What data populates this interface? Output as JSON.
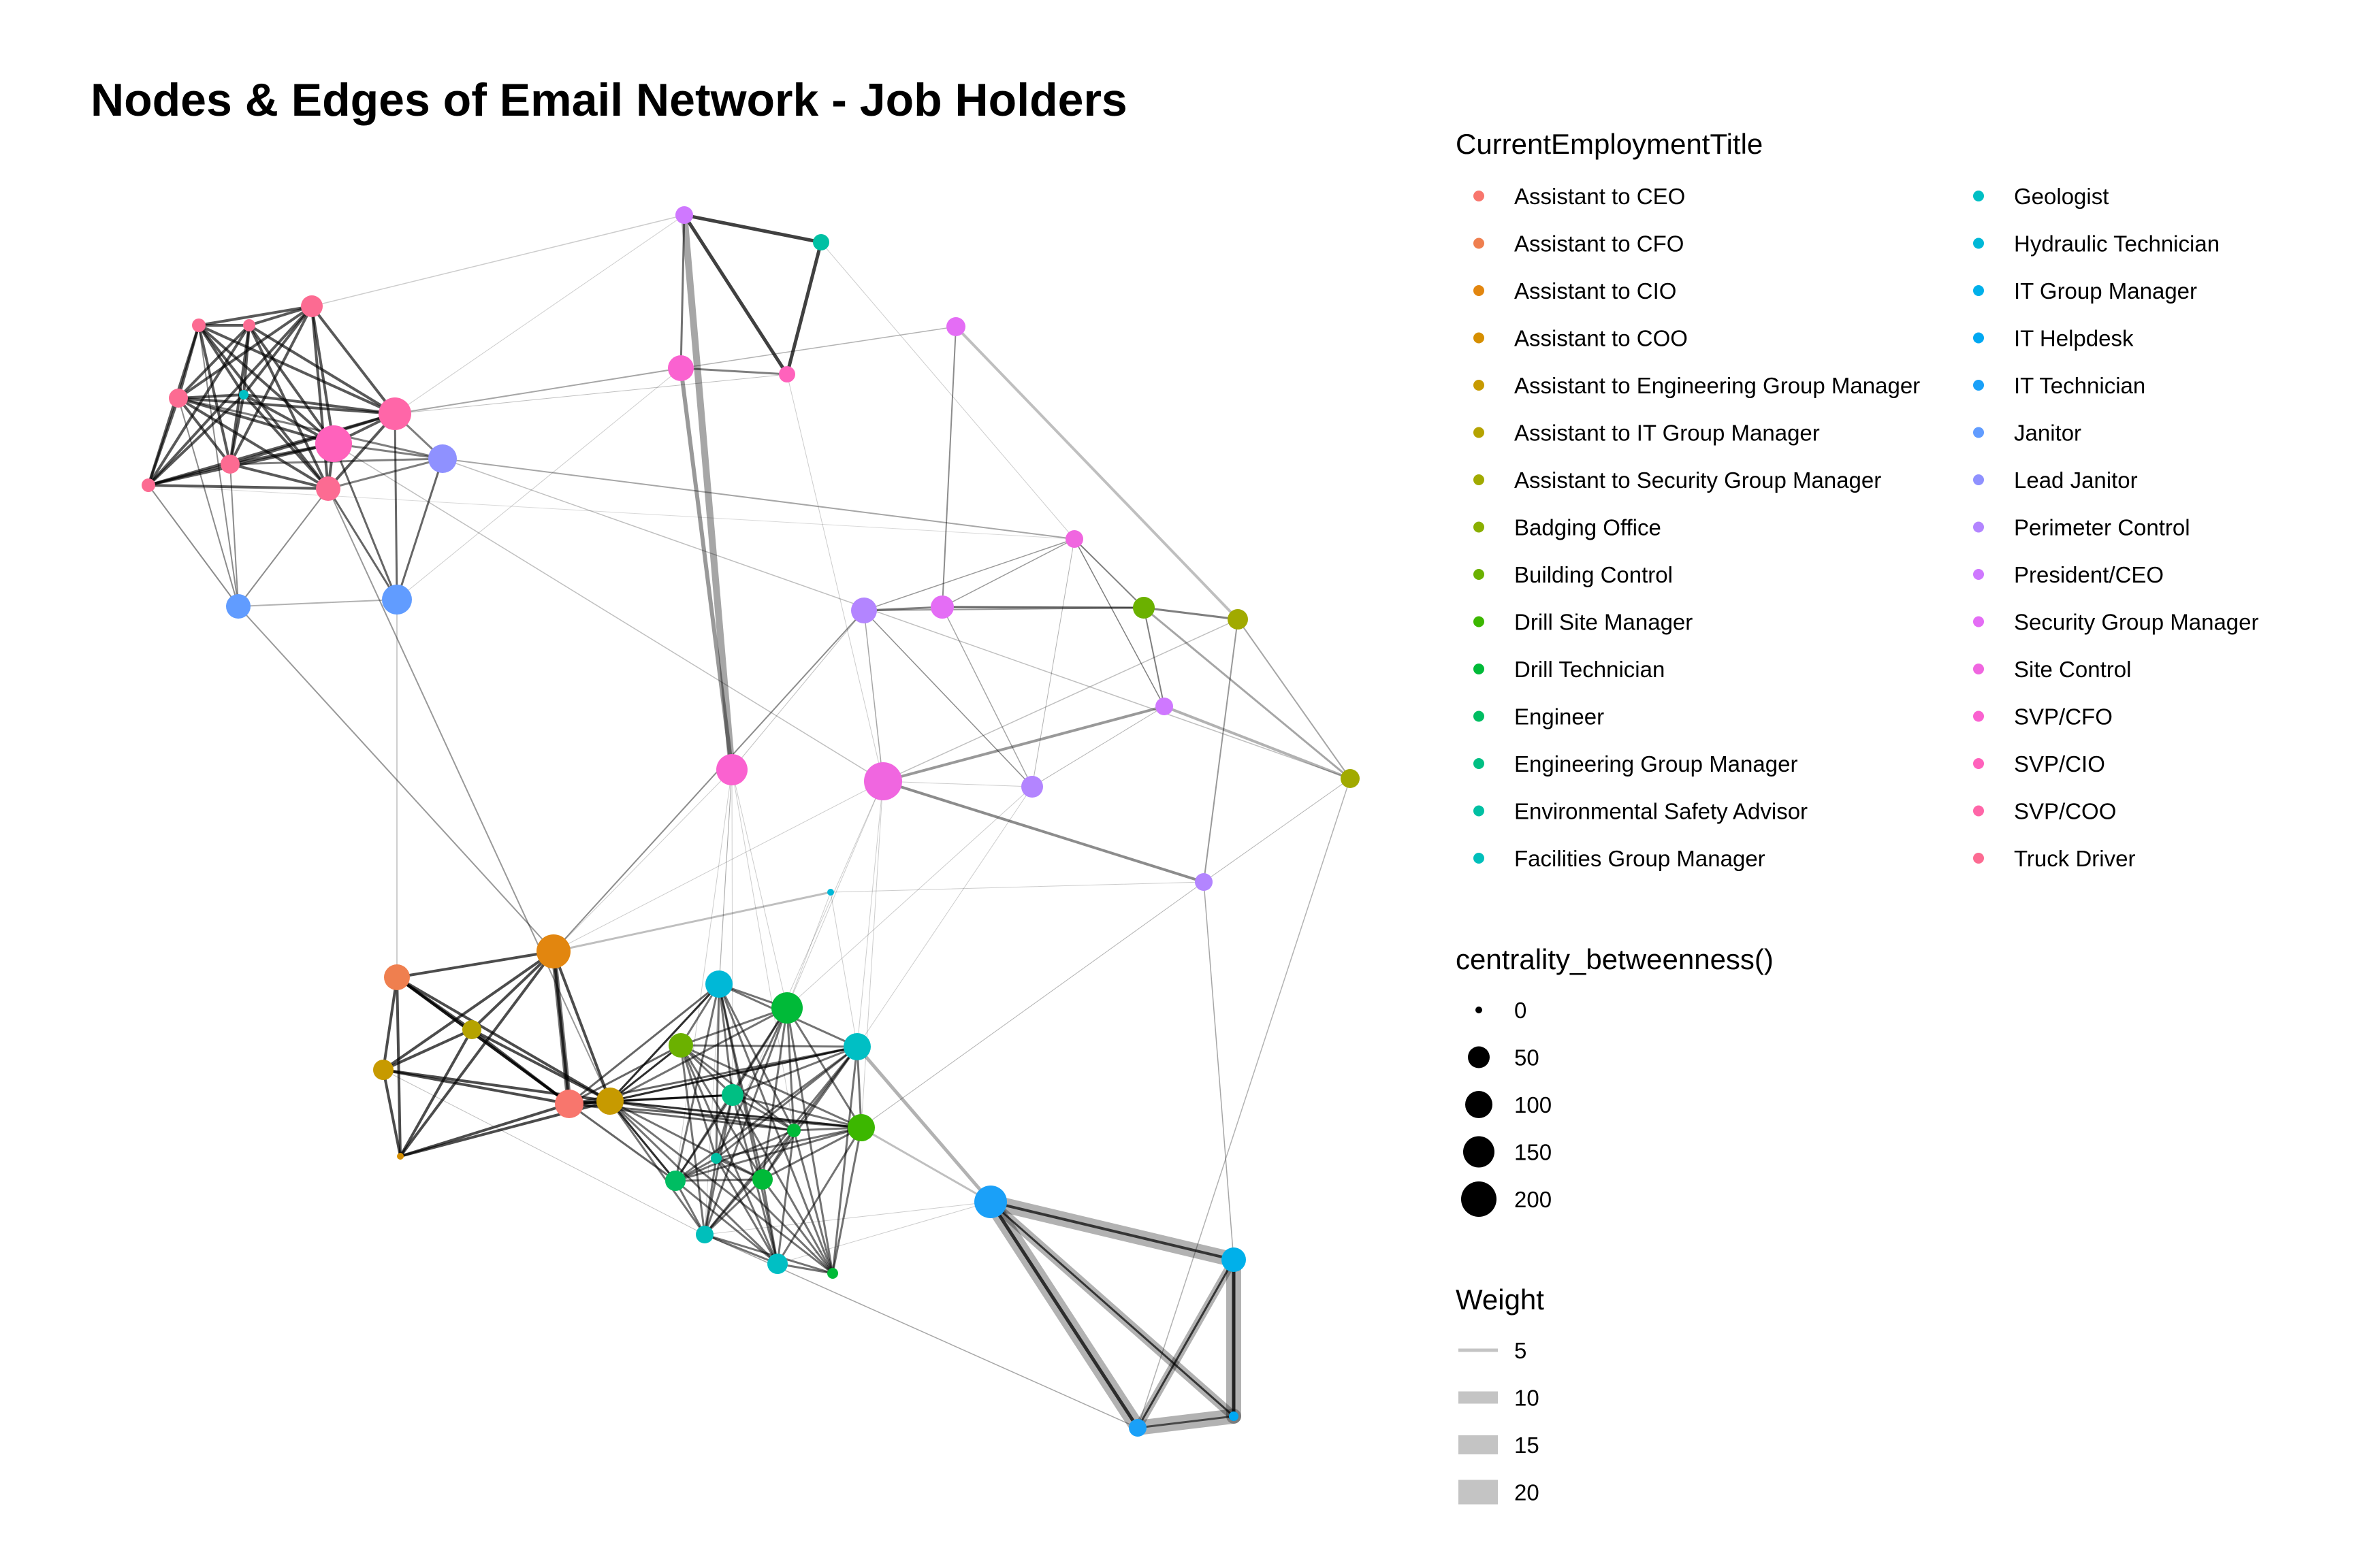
{
  "title": "Nodes & Edges of Email Network - Job Holders",
  "legend": {
    "color_title": "CurrentEmploymentTitle",
    "size_title": "centrality_betweenness()",
    "weight_title": "Weight",
    "categories": [
      {
        "label": "Assistant to CEO",
        "color": "#F8766D"
      },
      {
        "label": "Assistant to CFO",
        "color": "#EF7F4F"
      },
      {
        "label": "Assistant to CIO",
        "color": "#E2860F"
      },
      {
        "label": "Assistant to COO",
        "color": "#D68F00"
      },
      {
        "label": "Assistant to Engineering Group Manager",
        "color": "#C79A00"
      },
      {
        "label": "Assistant to IT Group Manager",
        "color": "#B5A300"
      },
      {
        "label": "Assistant to Security Group Manager",
        "color": "#A1AA00"
      },
      {
        "label": "Badging Office",
        "color": "#8AAF00"
      },
      {
        "label": "Building Control",
        "color": "#6BB100"
      },
      {
        "label": "Drill Site Manager",
        "color": "#3CB700"
      },
      {
        "label": "Drill Technician",
        "color": "#00BA38"
      },
      {
        "label": "Engineer",
        "color": "#00BD62"
      },
      {
        "label": "Engineering Group Manager",
        "color": "#00BF83"
      },
      {
        "label": "Environmental Safety Advisor",
        "color": "#00C0A3"
      },
      {
        "label": "Facilities Group Manager",
        "color": "#00BFBB"
      },
      {
        "label": "Geologist",
        "color": "#00BFC4"
      },
      {
        "label": "Hydraulic Technician",
        "color": "#00B8D7"
      },
      {
        "label": "IT Group Manager",
        "color": "#00B0EA"
      },
      {
        "label": "IT Helpdesk",
        "color": "#00A8F2"
      },
      {
        "label": "IT Technician",
        "color": "#1AA0F8"
      },
      {
        "label": "Janitor",
        "color": "#619CFF"
      },
      {
        "label": "Lead Janitor",
        "color": "#8F91FF"
      },
      {
        "label": "Perimeter Control",
        "color": "#B385FF"
      },
      {
        "label": "President/CEO",
        "color": "#CF78FF"
      },
      {
        "label": "Security Group Manager",
        "color": "#E46DF5"
      },
      {
        "label": "Site Control",
        "color": "#F066E0"
      },
      {
        "label": "SVP/CFO",
        "color": "#FA62D0"
      },
      {
        "label": "SVP/CIO",
        "color": "#FF62BC"
      },
      {
        "label": "SVP/COO",
        "color": "#FF66A8"
      },
      {
        "label": "Truck Driver",
        "color": "#FC6B92"
      }
    ],
    "size_breaks": [
      "0",
      "50",
      "100",
      "150",
      "200"
    ],
    "weight_breaks": [
      "5",
      "10",
      "15",
      "20"
    ]
  }
}
